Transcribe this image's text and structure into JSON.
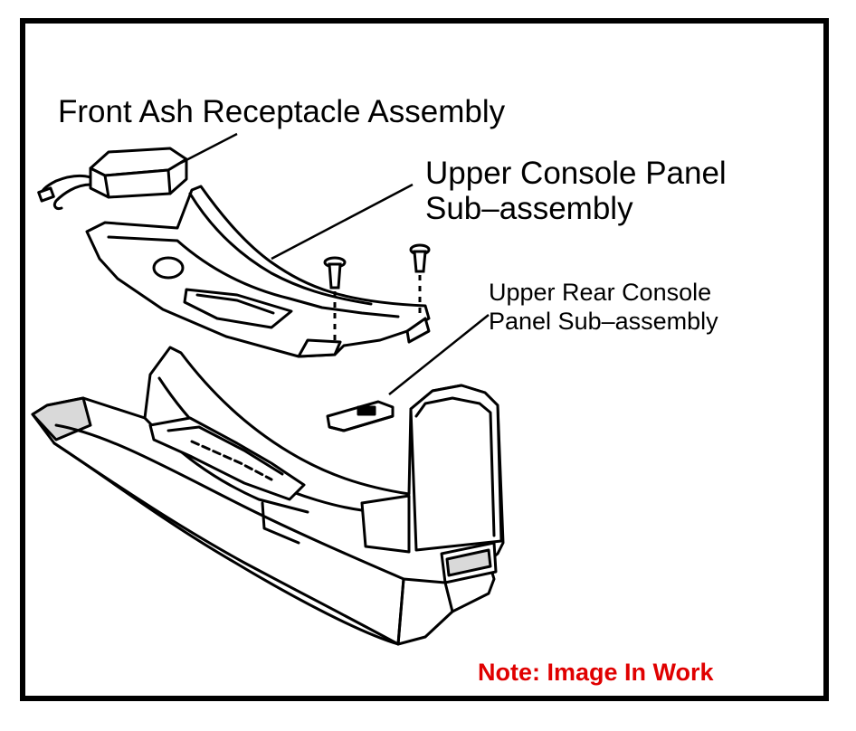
{
  "diagram": {
    "labels": {
      "front_ash": "Front Ash Receptacle Assembly",
      "upper_console_line1": "Upper Console Panel",
      "upper_console_line2": "Sub–assembly",
      "upper_rear_line1": "Upper Rear Console",
      "upper_rear_line2": "Panel Sub–assembly"
    },
    "note": "Note: Image In Work"
  },
  "colors": {
    "note": "#e00000",
    "border": "#000000",
    "line": "#000000",
    "fill": "#ffffff",
    "shade": "#d9d9d9"
  }
}
